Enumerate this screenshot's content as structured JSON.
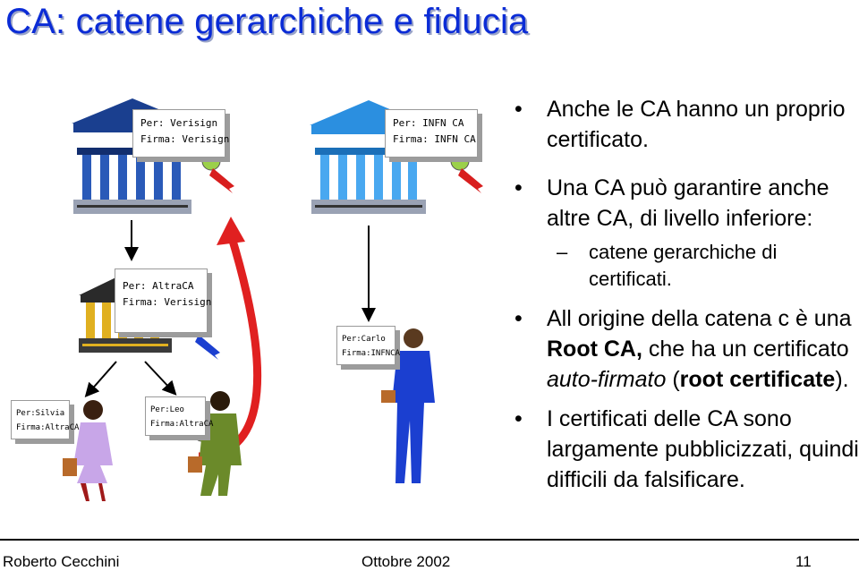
{
  "slide": {
    "title": "CA: catene gerarchiche e fiducia"
  },
  "certificates": {
    "verisign": {
      "per": "Per: Verisign",
      "firma": "Firma: Verisign"
    },
    "infn": {
      "per": "Per: INFN CA",
      "firma": "Firma: INFN CA"
    },
    "altraca": {
      "per": "Per: AltraCA",
      "firma": "Firma: Verisign"
    },
    "carlo": {
      "per": "Per:Carlo",
      "firma": "Firma:INFNCA"
    },
    "silvia": {
      "per": "Per:Silvia",
      "firma": "Firma:AltraCA"
    },
    "leo": {
      "per": "Per:Leo",
      "firma": "Firma:AltraCA"
    }
  },
  "bullets": {
    "b1": "Anche le CA hanno un proprio certificato.",
    "b2": "Una CA può garantire anche altre CA, di livello inferiore:",
    "b2_sub": "catene gerarchiche di certificati.",
    "b3_a": "All origine della catena c è una ",
    "b3_b": "Root CA,",
    "b3_c": " che ha un certificato ",
    "b3_d": "auto-firmato",
    "b3_e": " (",
    "b3_f": "root certificate",
    "b3_g": ").",
    "b4": "I certificati delle CA sono largamente pubblicizzati, quindi difficili da falsificare.",
    "bullet_glyph": "•",
    "dash_glyph": "–"
  },
  "footer": {
    "author": "Roberto Cecchini",
    "date": "Ottobre 2002",
    "page": "11"
  },
  "colors": {
    "title": "#0b2cd6",
    "bank_verisign": "#1a3f8f",
    "bank_infn": "#2b8fe0",
    "bank_altraca": "#2a2a2a",
    "arrow_red": "#e02020"
  }
}
